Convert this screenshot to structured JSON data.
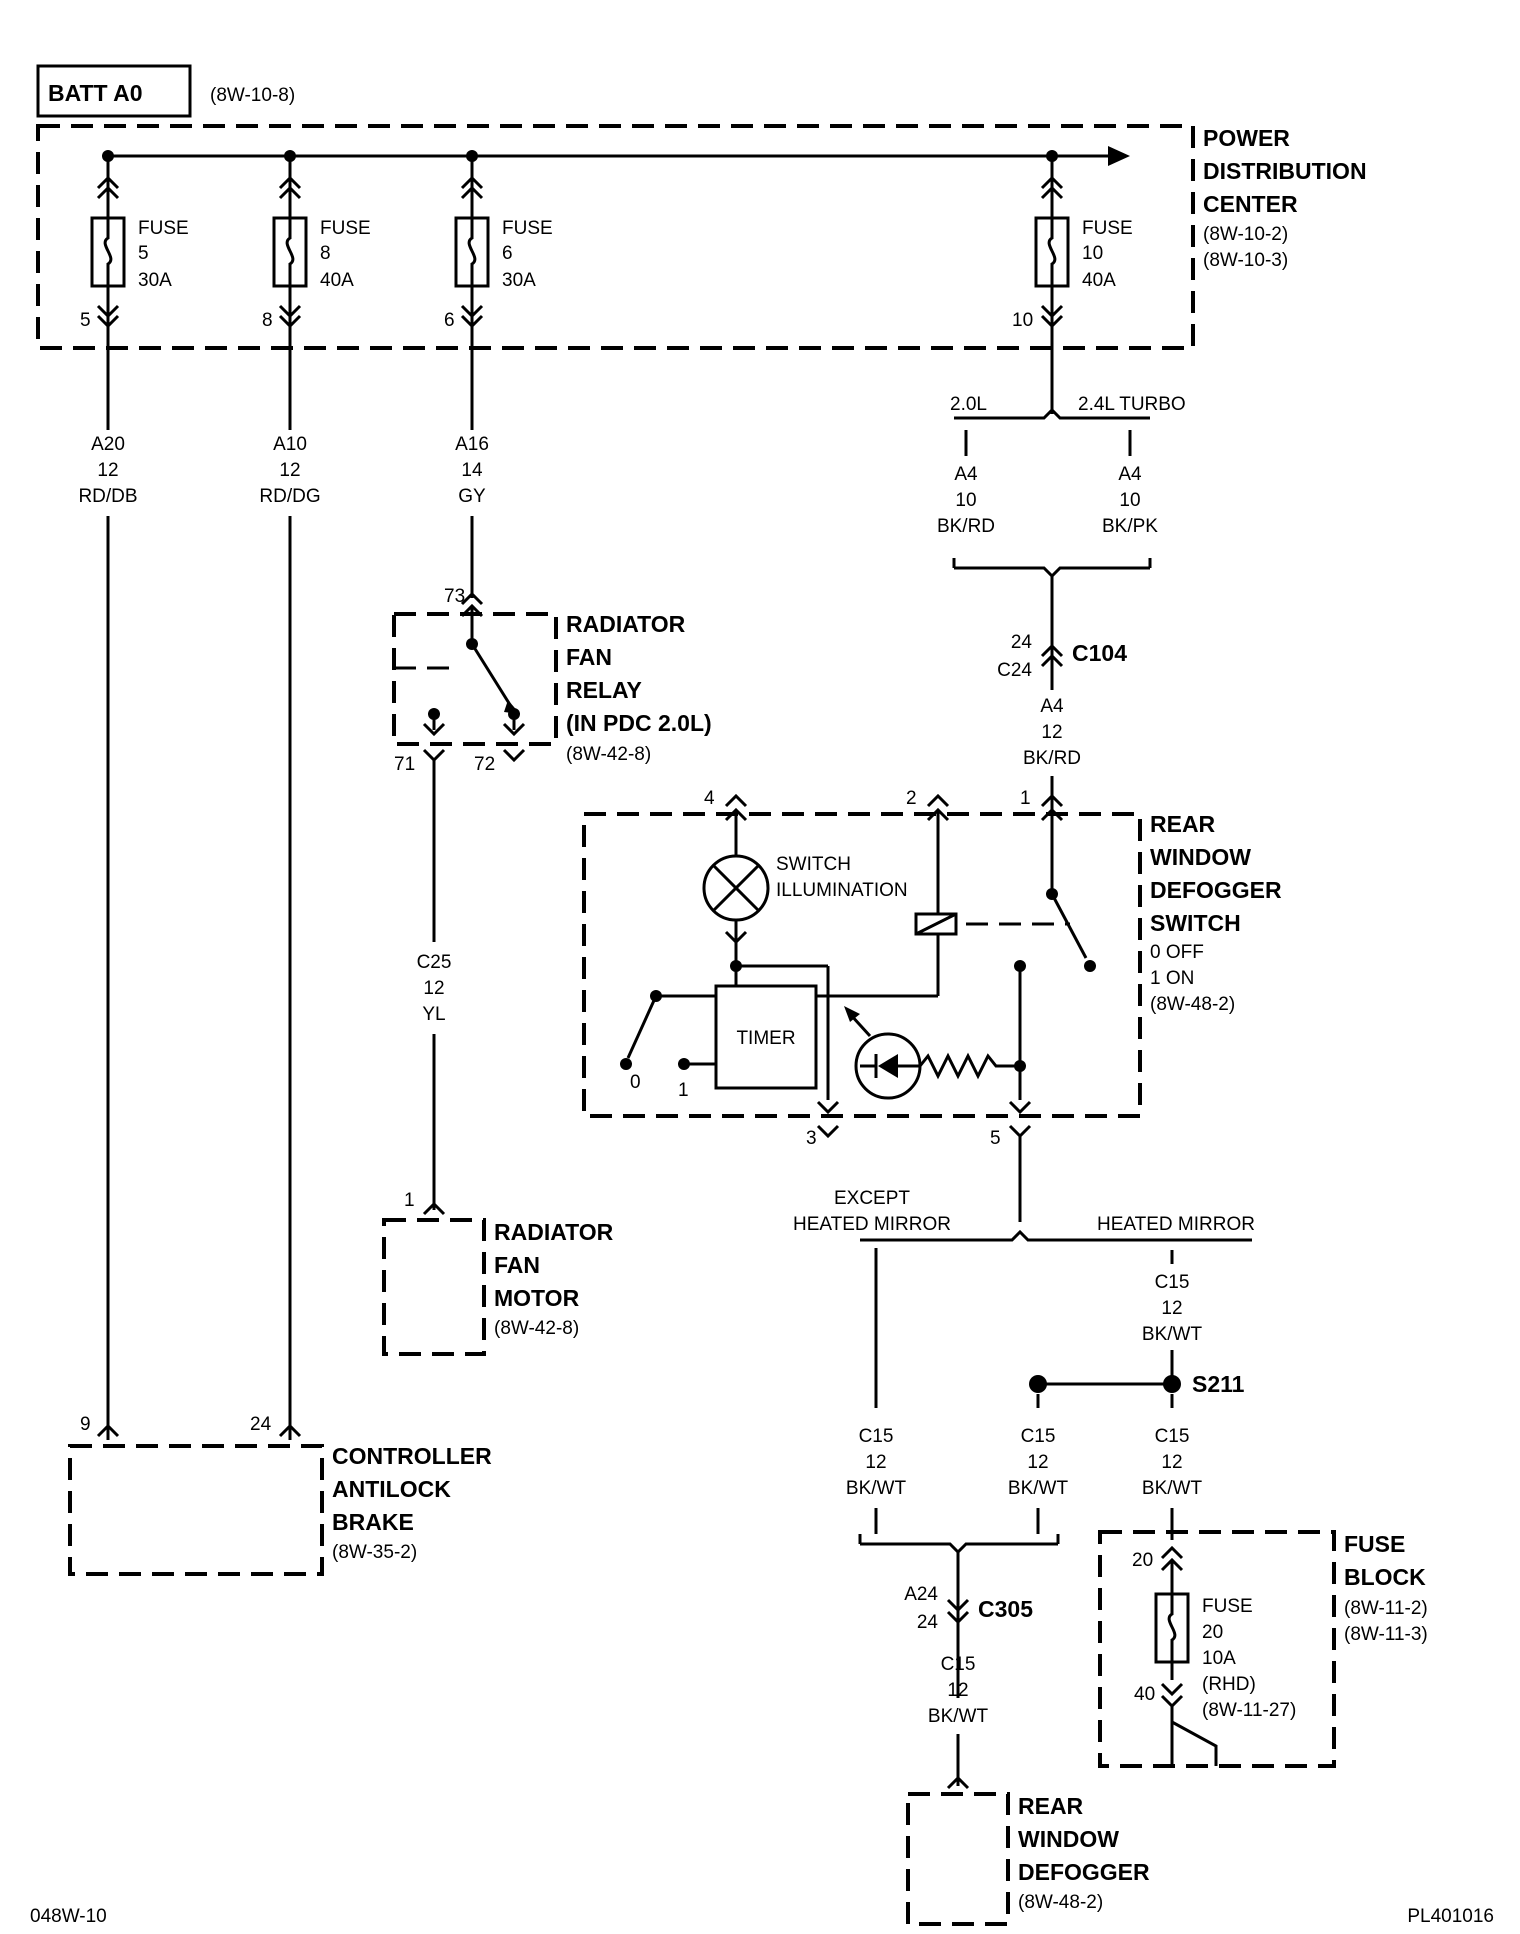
{
  "page": {
    "ref_left": "048W-10",
    "ref_right": "PL401016"
  },
  "batt": {
    "label": "BATT A0",
    "ref": "(8W-10-8)"
  },
  "pdc": {
    "l1": "POWER",
    "l2": "DISTRIBUTION",
    "l3": "CENTER",
    "r1": "(8W-10-2)",
    "r2": "(8W-10-3)"
  },
  "fuses": [
    {
      "t": "FUSE",
      "n": "5",
      "a": "30A",
      "pin": "5"
    },
    {
      "t": "FUSE",
      "n": "8",
      "a": "40A",
      "pin": "8"
    },
    {
      "t": "FUSE",
      "n": "6",
      "a": "30A",
      "pin": "6"
    },
    {
      "t": "FUSE",
      "n": "10",
      "a": "40A",
      "pin": "10"
    }
  ],
  "wires": {
    "a20": {
      "c": "A20",
      "g": "12",
      "col": "RD/DB"
    },
    "a10": {
      "c": "A10",
      "g": "12",
      "col": "RD/DG"
    },
    "a16": {
      "c": "A16",
      "g": "14",
      "col": "GY"
    },
    "a4l": {
      "c": "A4",
      "g": "10",
      "col": "BK/RD"
    },
    "a4r": {
      "c": "A4",
      "g": "10",
      "col": "BK/PK"
    },
    "a4": {
      "c": "A4",
      "g": "12",
      "col": "BK/RD"
    },
    "c25": {
      "c": "C25",
      "g": "12",
      "col": "YL"
    },
    "c15a": {
      "c": "C15",
      "g": "12",
      "col": "BK/WT"
    },
    "c15b": {
      "c": "C15",
      "g": "12",
      "col": "BK/WT"
    },
    "c15c": {
      "c": "C15",
      "g": "12",
      "col": "BK/WT"
    },
    "c15d": {
      "c": "C15",
      "g": "12",
      "col": "BK/WT"
    },
    "c15e": {
      "c": "C15",
      "g": "12",
      "col": "BK/WT"
    }
  },
  "engine": {
    "left": "2.0L",
    "right": "2.4L TURBO"
  },
  "c104": {
    "name": "C104",
    "p1": "24",
    "p2": "C24"
  },
  "relay": {
    "l1": "RADIATOR",
    "l2": "FAN",
    "l3": "RELAY",
    "l4": "(IN PDC 2.0L)",
    "ref": "(8W-42-8)",
    "p73": "73",
    "p71": "71",
    "p72": "72"
  },
  "defsw": {
    "l1": "REAR",
    "l2": "WINDOW",
    "l3": "DEFOGGER",
    "l4": "SWITCH",
    "s1": "0 OFF",
    "s2": "1 ON",
    "ref": "(8W-48-2)",
    "p4": "4",
    "p2": "2",
    "p1": "1",
    "p3": "3",
    "p5": "5",
    "illum1": "SWITCH",
    "illum2": "ILLUMINATION",
    "timer": "TIMER",
    "pos0": "0",
    "pos1": "1"
  },
  "motor": {
    "l1": "RADIATOR",
    "l2": "FAN",
    "l3": "MOTOR",
    "ref": "(8W-42-8)",
    "pin": "1"
  },
  "abs": {
    "l1": "CONTROLLER",
    "l2": "ANTILOCK",
    "l3": "BRAKE",
    "ref": "(8W-35-2)",
    "p9": "9",
    "p24": "24"
  },
  "mirror": {
    "e1": "EXCEPT",
    "e2": "HEATED MIRROR",
    "h": "HEATED MIRROR"
  },
  "s211": {
    "name": "S211"
  },
  "c305": {
    "name": "C305",
    "p1": "A24",
    "p2": "24"
  },
  "fuseblock": {
    "l1": "FUSE",
    "l2": "BLOCK",
    "r1": "(8W-11-2)",
    "r2": "(8W-11-3)",
    "p20": "20",
    "p40": "40",
    "ft": "FUSE",
    "fn": "20",
    "fa": "10A",
    "fr": "(RHD)",
    "fref": "(8W-11-27)"
  },
  "defogger": {
    "l1": "REAR",
    "l2": "WINDOW",
    "l3": "DEFOGGER",
    "ref": "(8W-48-2)"
  }
}
